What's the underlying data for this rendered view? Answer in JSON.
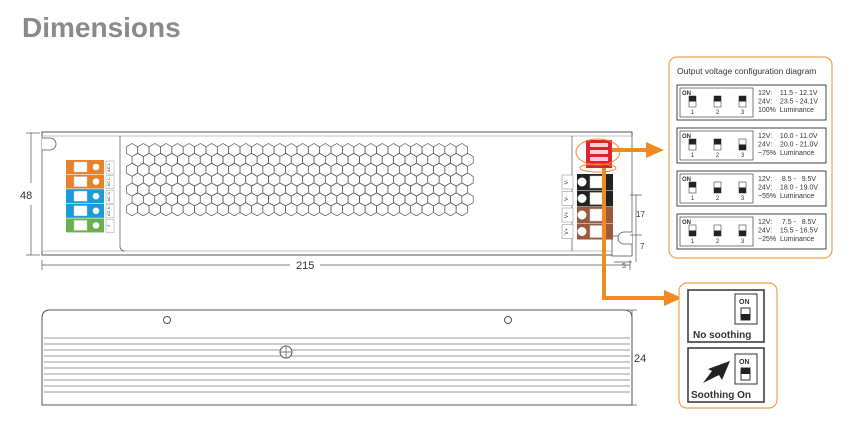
{
  "title": "Dimensions",
  "dimensions": {
    "height": "48",
    "length": "215",
    "side_height": "24",
    "terminal_pitch": "17",
    "notch_offset": "7",
    "notch_width": "5"
  },
  "input_terminals": {
    "labels": [
      "AC L",
      "AC L",
      "AC N",
      "AC N",
      "⏚"
    ],
    "colors": [
      "#e8822a",
      "#e8822a",
      "#1a9ad6",
      "#1a9ad6",
      "#6ab04c"
    ]
  },
  "output_terminals": {
    "labels": [
      "V-",
      "V-",
      "V+",
      "V+"
    ],
    "colors": [
      "#222222",
      "#222222",
      "#9a5a3c",
      "#9a5a3c"
    ]
  },
  "accent_color": "#f08a24",
  "config": {
    "title": "Output voltage configuration diagram",
    "on_label": "ON",
    "switch_numbers": [
      "1",
      "2",
      "3"
    ],
    "rows": [
      {
        "switches": [
          true,
          true,
          true
        ],
        "lines": [
          "12V:    11.5 - 12.1V",
          "24V:    23.5 - 24.1V",
          "100%  Luminance"
        ]
      },
      {
        "switches": [
          true,
          true,
          false
        ],
        "lines": [
          "12V:    10.0 - 11.0V",
          "24V:    20.0 - 21.0V",
          "~75%  Luminance"
        ]
      },
      {
        "switches": [
          true,
          false,
          false
        ],
        "lines": [
          "12V:     8.5 -   9.5V",
          "24V:    18.0 - 19.0V",
          "~55%  Luminance"
        ]
      },
      {
        "switches": [
          false,
          false,
          false
        ],
        "lines": [
          "12V:     7.5 -   8.5V",
          "24V:    15.5 - 16.5V",
          "~25%  Luminance"
        ]
      }
    ]
  },
  "soothing": {
    "on_label": "ON",
    "off_text": "No soothing",
    "on_text": "Soothing On"
  }
}
